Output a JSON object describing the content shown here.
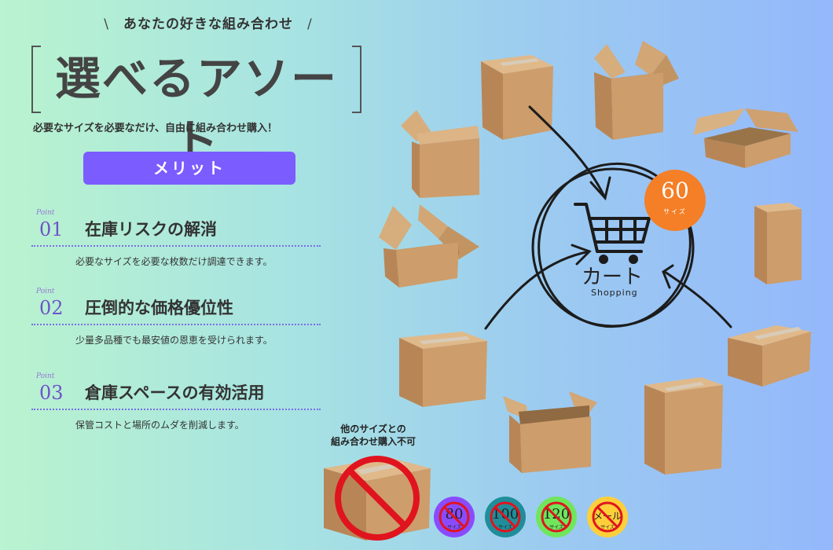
{
  "header": {
    "tagline": "あなたの好きな組み合わせ",
    "headline": "選べるアソート",
    "subtitle": "必要なサイズを必要なだけ、自由に組み合わせ購入！"
  },
  "merit_button": "メリット",
  "points": [
    {
      "script": "Point",
      "num": "01",
      "title": "在庫リスクの解消",
      "desc": "必要なサイズを必要な枚数だけ調達できます。"
    },
    {
      "script": "Point",
      "num": "02",
      "title": "圧倒的な価格優位性",
      "desc": "少量多品種でも最安値の恩恵を受けられます。"
    },
    {
      "script": "Point",
      "num": "03",
      "title": "倉庫スペースの有効活用",
      "desc": "保管コストと場所のムダを削減します。"
    }
  ],
  "cart": {
    "size_value": "60",
    "size_unit": "サイズ",
    "label": "カート",
    "sublabel": "Shopping"
  },
  "no_other_sizes": [
    "他のサイズとの",
    "組み合わせ購入不可"
  ],
  "other_sizes": [
    {
      "value": "80",
      "unit": "サイズ",
      "color": "#8a4bff"
    },
    {
      "value": "100",
      "unit": "サイズ",
      "color": "#1f8e9a"
    },
    {
      "value": "120",
      "unit": "サイズ",
      "color": "#6fe65b"
    },
    {
      "value": "メール",
      "unit": "サイズ",
      "color": "#ffcf3a"
    }
  ],
  "colors": {
    "accent_purple": "#7b5cff",
    "badge_orange": "#f47f26",
    "prohibited_red": "#e0141e"
  }
}
